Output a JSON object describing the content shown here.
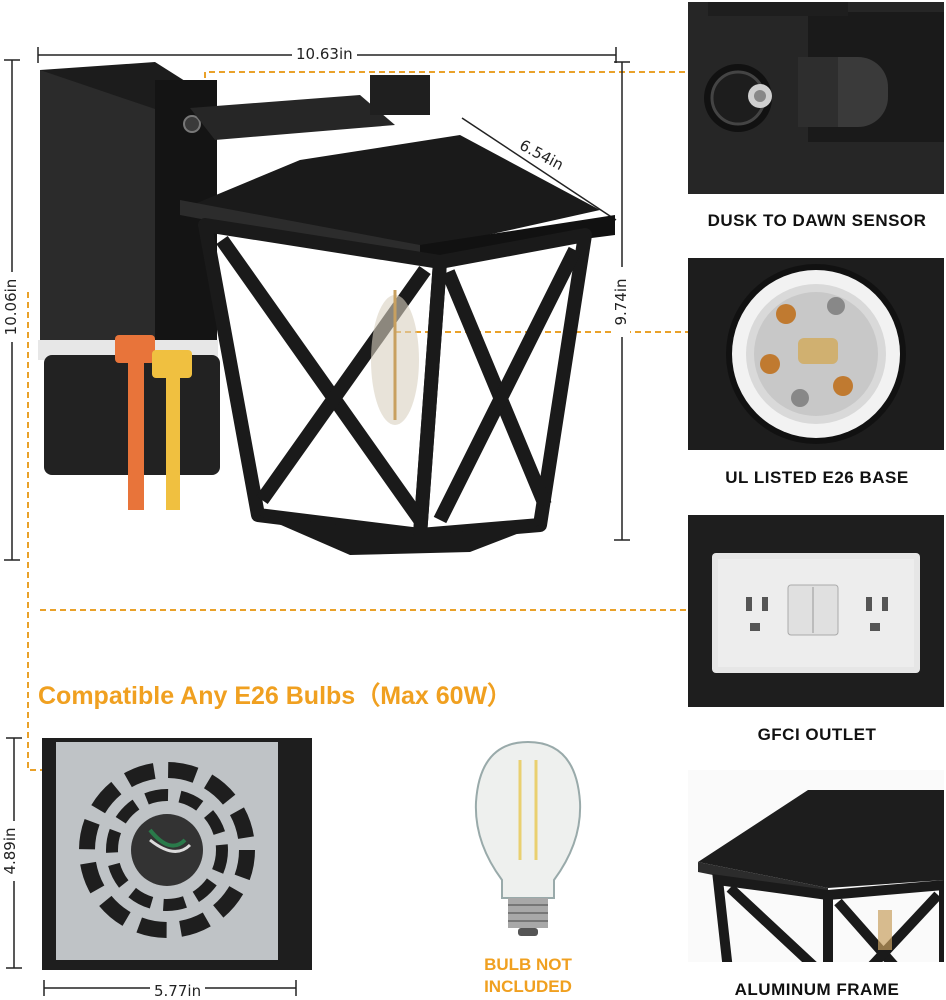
{
  "dimensions": {
    "width_top": "10.63in",
    "height_total": "10.06in",
    "lantern_width": "6.54in",
    "lantern_height": "9.74in",
    "box_height": "4.89in",
    "box_width": "5.77in"
  },
  "headline": "Compatible Any E26 Bulbs（Max 60W）",
  "bulb_note": {
    "line1": "BULB NOT",
    "line2": "INCLUDED"
  },
  "features": [
    {
      "label": "DUSK TO DAWN SENSOR",
      "icon": "dusk-sensor-photo"
    },
    {
      "label": "UL LISTED E26 BASE",
      "icon": "e26-socket-photo"
    },
    {
      "label": "GFCI OUTLET",
      "icon": "gfci-outlet-photo"
    },
    {
      "label": "ALUMINUM FRAME",
      "icon": "aluminum-frame-photo"
    }
  ],
  "colors": {
    "accent": "#f0a020",
    "frame": "#1c1c1c",
    "cord_orange": "#e8743a",
    "cord_yellow": "#f0c040"
  }
}
